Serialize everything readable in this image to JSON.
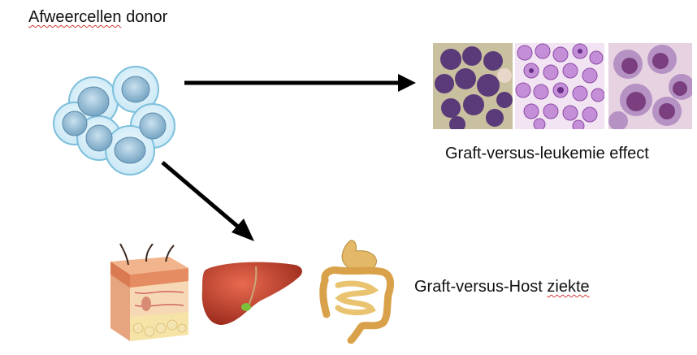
{
  "diagram": {
    "title_word1": "Afweercellen",
    "title_word2": "donor",
    "gvl_label": "Graft-versus-leukemie effect",
    "gvh_label_main": "Graft-versus-Host",
    "gvh_label_last": "ziekte"
  },
  "icons": {
    "donor_cells": "immune-cells-cluster-icon",
    "micrographs": [
      "leukemia-micrograph-1",
      "leukemia-micrograph-2",
      "leukemia-micrograph-3"
    ],
    "organs": [
      "skin-cross-section-icon",
      "liver-icon",
      "intestine-icon"
    ]
  },
  "colors": {
    "cell_outer": "#d7eef8",
    "cell_stroke": "#7cbfdc",
    "cell_nucleus": "#8fb7d0",
    "arrow": "#000000",
    "squiggle": "#d23a3a"
  }
}
